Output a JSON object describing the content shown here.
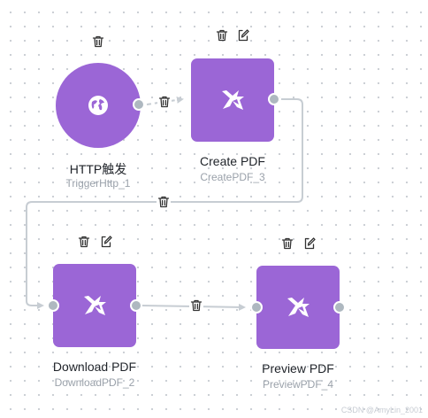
{
  "nodes": [
    {
      "title": "HTTP触发",
      "subtitle": "TriggerHttp_1",
      "icon": "globe-icon"
    },
    {
      "title": "Create PDF",
      "subtitle": "CreatePDF_3",
      "icon": "bird-logo-icon"
    },
    {
      "title": "Download PDF",
      "subtitle": "DownloadPDF_2",
      "icon": "bird-logo-icon"
    },
    {
      "title": "Preview PDF",
      "subtitle": "PreviewPDF_4",
      "icon": "bird-logo-icon"
    }
  ],
  "toolbar_icons": {
    "delete": "trash-icon",
    "edit": "edit-icon"
  },
  "colors": {
    "node": "#9b66d6",
    "edge": "#c7cdd3",
    "port": "#aeb8c0"
  },
  "watermark": "CSDN @AmyLin_2001"
}
